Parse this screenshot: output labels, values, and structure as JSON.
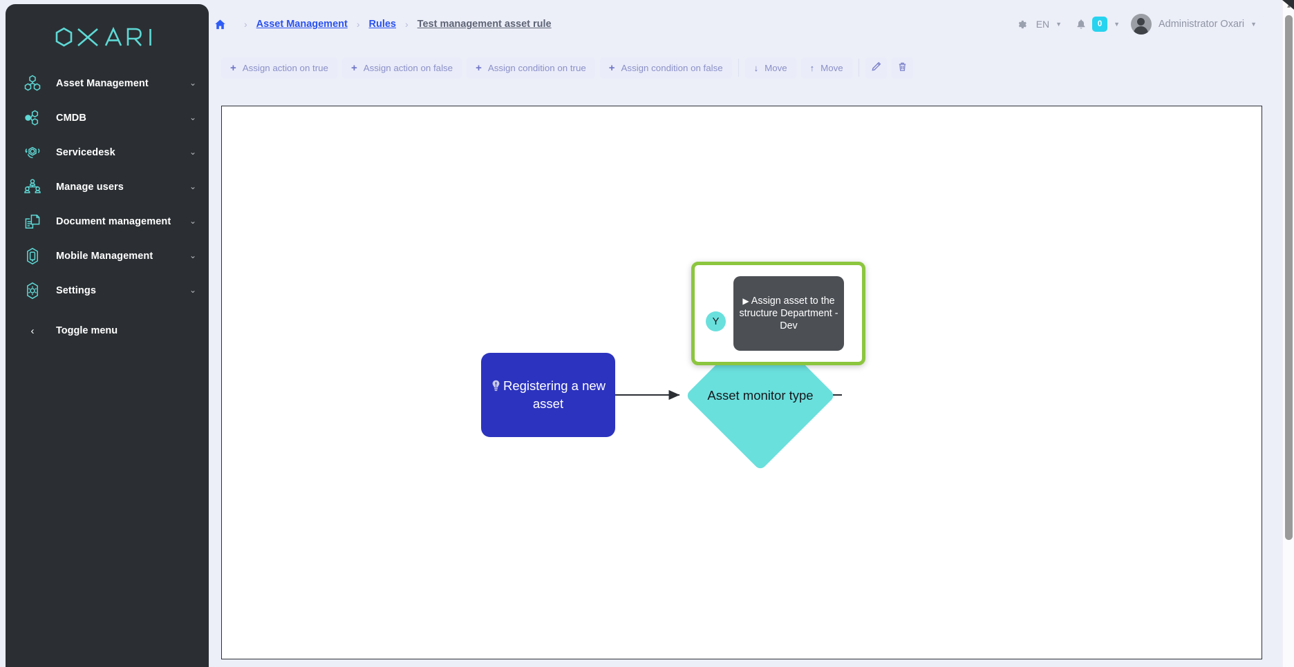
{
  "sidebar": {
    "logo_text": "OXARI",
    "logo_color": "#5ed9d6",
    "items": [
      {
        "label": "Asset Management",
        "icon": "assets-nodes-icon",
        "chevron": "⌄"
      },
      {
        "label": "CMDB",
        "icon": "cmdb-nodes-icon",
        "chevron": "⌄"
      },
      {
        "label": "Servicedesk",
        "icon": "headset-icon",
        "chevron": "⌄"
      },
      {
        "label": "Manage users",
        "icon": "users-group-icon",
        "chevron": "⌄"
      },
      {
        "label": "Document management",
        "icon": "documents-icon",
        "chevron": "⌄"
      },
      {
        "label": "Mobile Management",
        "icon": "mobile-device-icon",
        "chevron": "⌄"
      },
      {
        "label": "Settings",
        "icon": "gear-hex-icon",
        "chevron": "⌄"
      }
    ],
    "toggle": {
      "label": "Toggle menu",
      "icon": "chevron-left-icon",
      "glyph": "‹"
    }
  },
  "header": {
    "breadcrumb": {
      "home_icon": "home-icon",
      "separator": "›",
      "links": [
        {
          "label": "Asset Management"
        },
        {
          "label": "Rules"
        }
      ],
      "current": "Test management asset rule"
    },
    "gear_icon": "gear-icon",
    "language": "EN",
    "language_caret": "▼",
    "bell_icon": "bell-icon",
    "notification_count": "0",
    "notification_caret": "▼",
    "notification_color": "#27d3ef",
    "avatar": "user-avatar",
    "username": "Administrator Oxari",
    "user_caret": "▼"
  },
  "toolbar": {
    "buttons": [
      {
        "label": "Assign action on true",
        "icon": "plus-icon",
        "glyph": "+"
      },
      {
        "label": "Assign action on false",
        "icon": "plus-icon",
        "glyph": "+"
      },
      {
        "label": "Assign condition on true",
        "icon": "plus-icon",
        "glyph": "+"
      },
      {
        "label": "Assign condition on false",
        "icon": "plus-icon",
        "glyph": "+"
      }
    ],
    "move_down": {
      "label": "Move",
      "icon": "arrow-down-icon",
      "glyph": "↓"
    },
    "move_up": {
      "label": "Move",
      "icon": "arrow-up-icon",
      "glyph": "↑"
    },
    "edit_icon": "pencil-icon",
    "delete_icon": "trash-icon"
  },
  "diagram": {
    "type": "rule-flowchart",
    "nodes": [
      {
        "id": "event",
        "kind": "event",
        "label": "Registering a new asset",
        "icon": "bulb-alert-icon",
        "color": "#2c33be",
        "text_color": "#ffffff",
        "shape": "rounded-rect"
      },
      {
        "id": "condition",
        "kind": "condition",
        "label": "Asset monitor type",
        "color": "#6ae0dd",
        "text_color": "#16181c",
        "shape": "diamond"
      },
      {
        "id": "action",
        "kind": "action",
        "label": "Assign asset to the structure Department - Dev",
        "icon": "play-icon",
        "glyph": "▶",
        "color": "#4c5055",
        "text_color": "#ffffff",
        "shape": "rounded-rect",
        "selected": true,
        "selection_color": "#8cc63f"
      }
    ],
    "edges": [
      {
        "from": "event",
        "to": "condition",
        "label": ""
      },
      {
        "from": "condition",
        "to": "action",
        "label": "Y",
        "label_color": "#6ae0dd"
      }
    ]
  },
  "scrollbar": {
    "up_glyph": "▲",
    "down_glyph": "▼"
  }
}
